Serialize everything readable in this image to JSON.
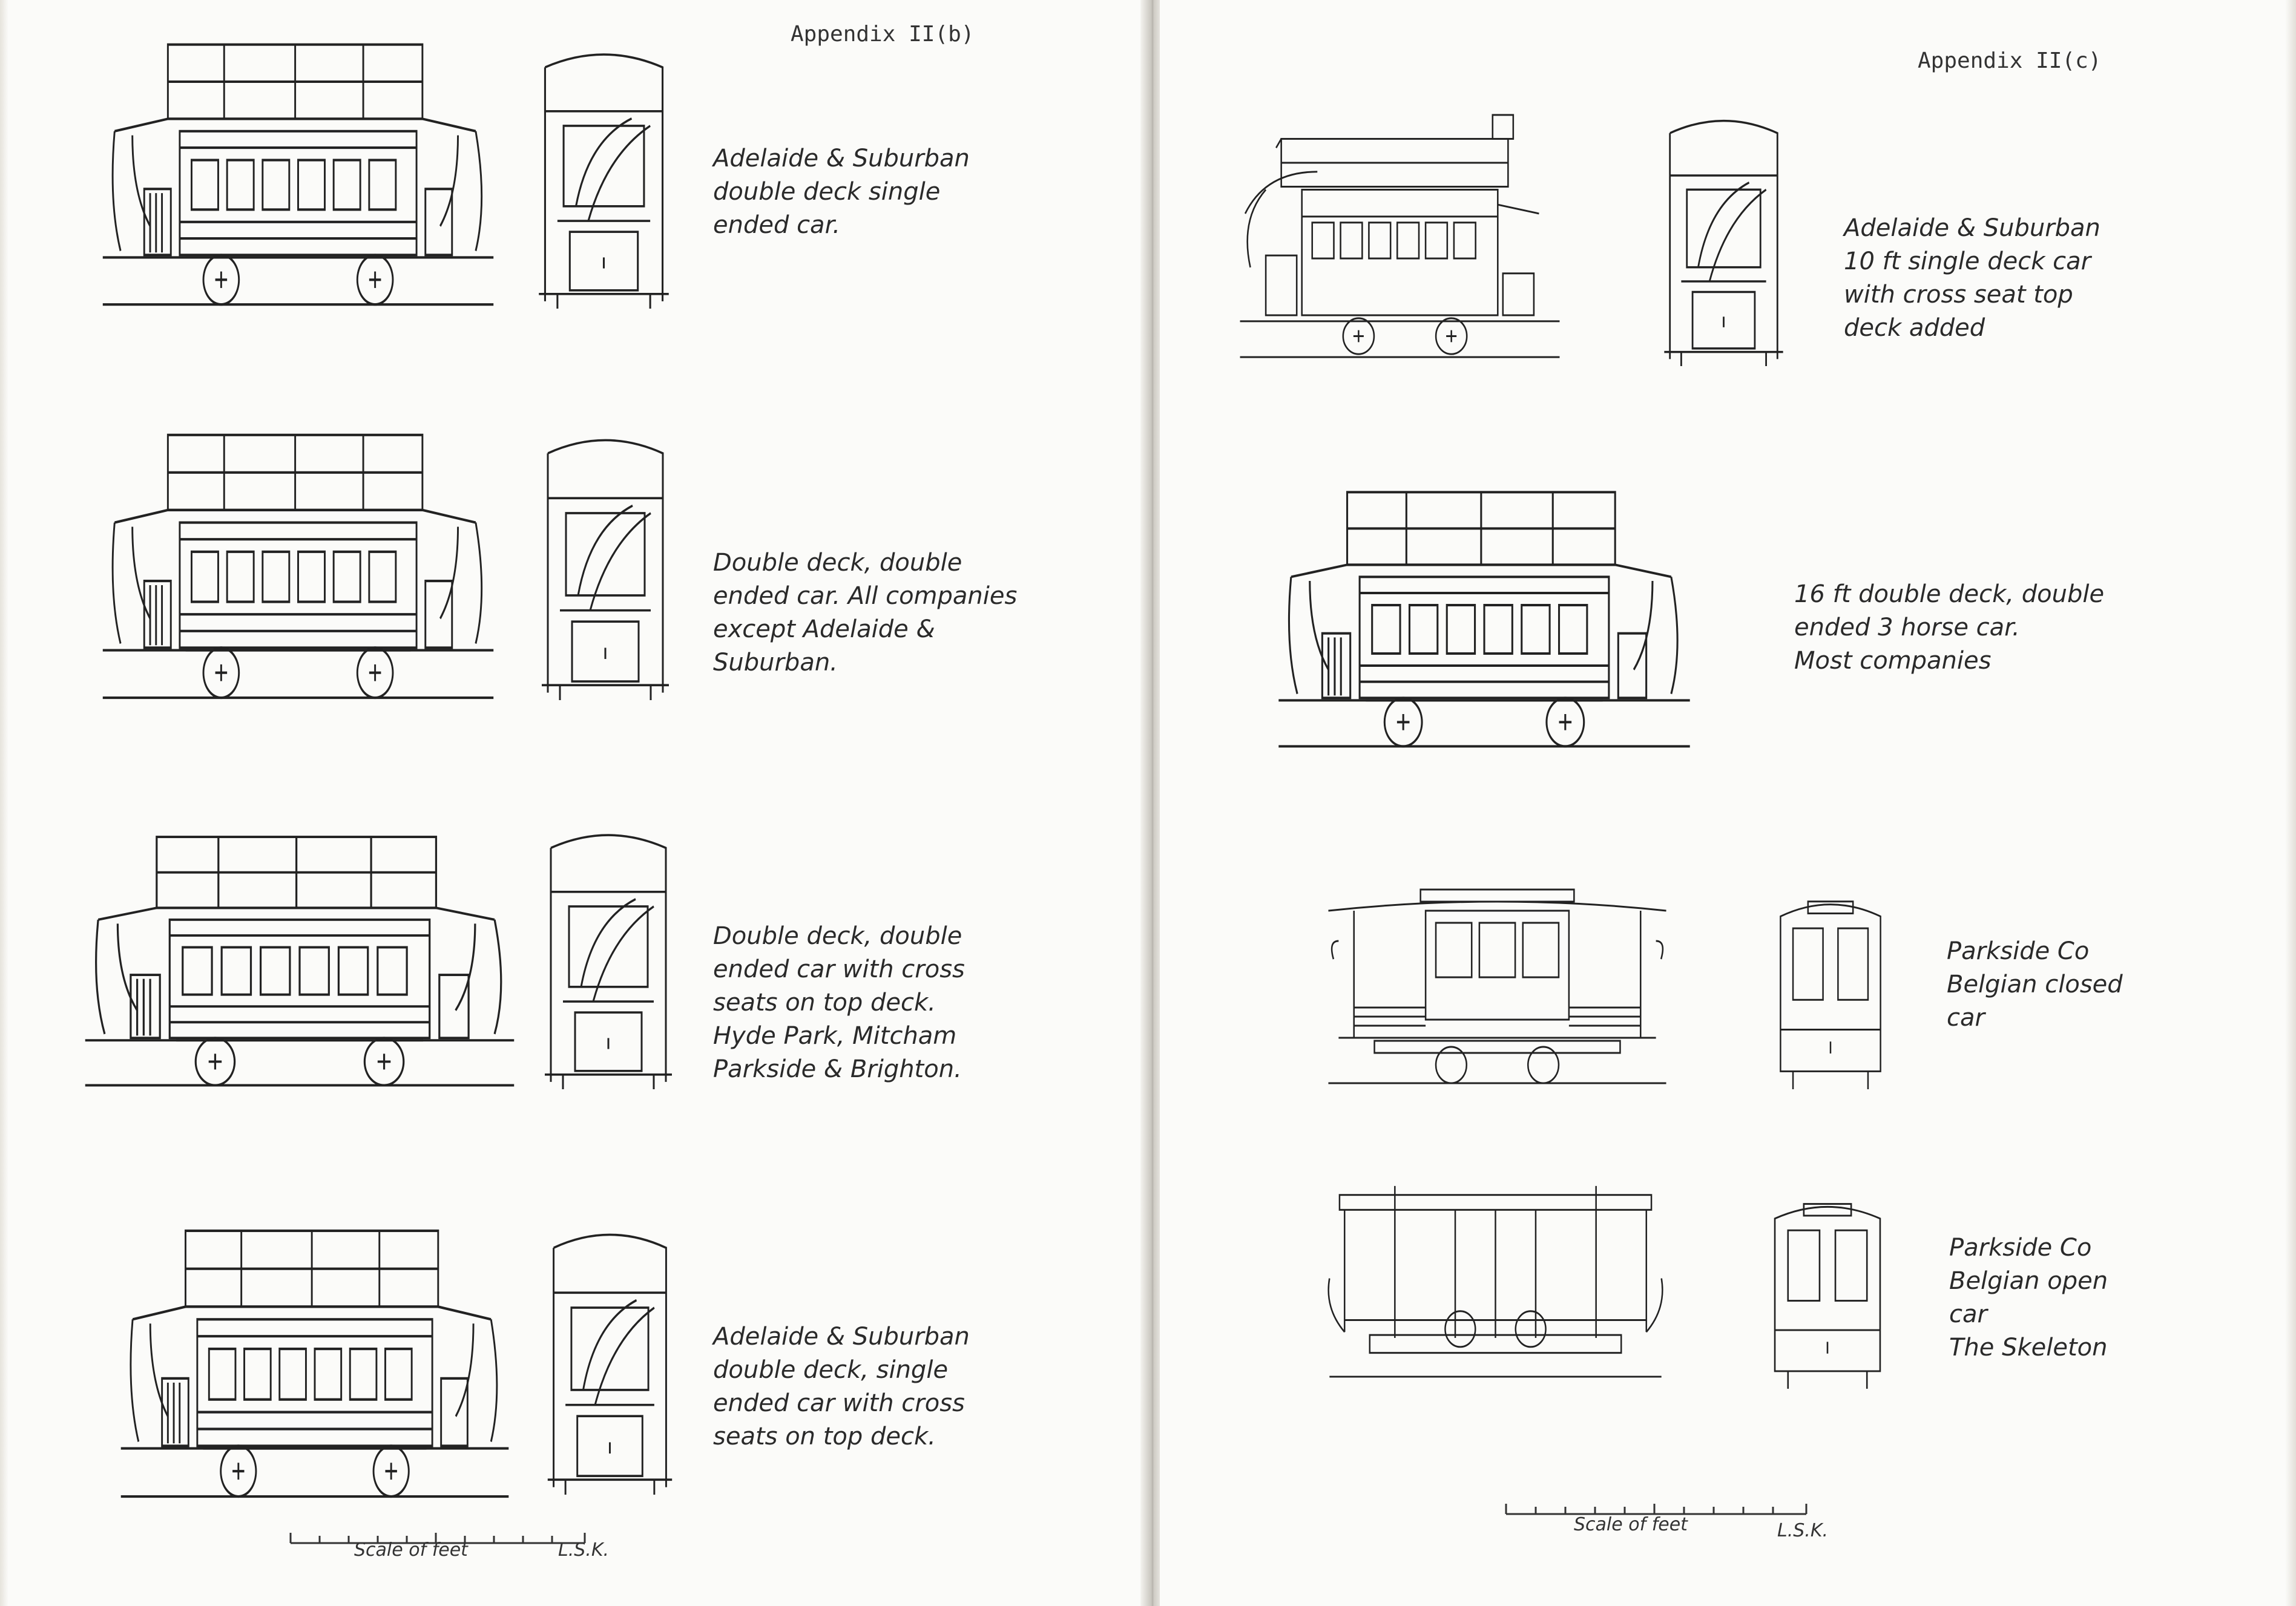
{
  "left_page": {
    "header": "Appendix II(b)",
    "captions": [
      [
        "Adelaide & Suburban",
        "double deck single",
        "ended car."
      ],
      [
        "Double deck, double",
        "ended car. All companies",
        "except Adelaide &",
        "Suburban."
      ],
      [
        "Double deck, double",
        "ended car with cross",
        "seats on top deck.",
        "Hyde Park, Mitcham",
        "Parkside & Brighton."
      ],
      [
        "Adelaide & Suburban",
        "double deck, single",
        "ended car with cross",
        "seats on top deck."
      ]
    ],
    "scale_label": "Scale of feet",
    "initials": "L.S.K."
  },
  "right_page": {
    "header": "Appendix II(c)",
    "captions": [
      [
        "Adelaide & Suburban",
        "10 ft single deck car",
        "with cross seat top",
        "deck added"
      ],
      [
        "16 ft double deck, double",
        "ended 3 horse car.",
        "Most companies"
      ],
      [
        "Parkside Co",
        "Belgian closed",
        "car"
      ],
      [
        "Parkside Co",
        "Belgian open",
        "car",
        "The Skeleton"
      ]
    ],
    "scale_label": "Scale of feet",
    "initials": "L.S.K."
  }
}
